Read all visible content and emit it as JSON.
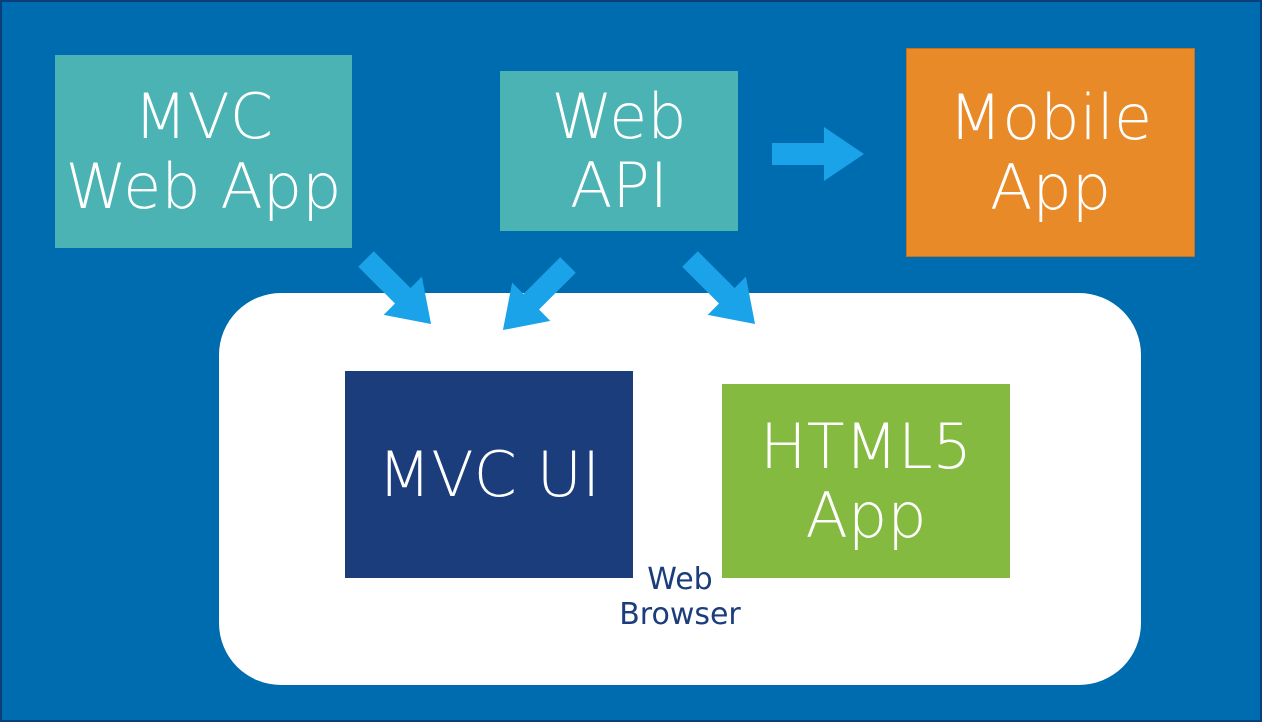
{
  "diagram": {
    "mvc_web_app": {
      "line1": "MVC",
      "line2": "Web App"
    },
    "web_api": {
      "line1": "Web",
      "line2": "API"
    },
    "mobile_app": {
      "line1": "Mobile",
      "line2": "App"
    },
    "mvc_ui": {
      "label": "MVC UI"
    },
    "html5_app": {
      "line1": "HTML5",
      "line2": "App"
    },
    "web_browser": {
      "line1": "Web",
      "line2": "Browser"
    }
  },
  "colors": {
    "background": "#006cb0",
    "teal_box": "#4bb3b3",
    "mobile_box": "#e88a27",
    "mvc_ui_box": "#1b3d7c",
    "html5_box": "#84ba40",
    "arrow": "#1aa3e8",
    "browser_panel": "#ffffff"
  }
}
